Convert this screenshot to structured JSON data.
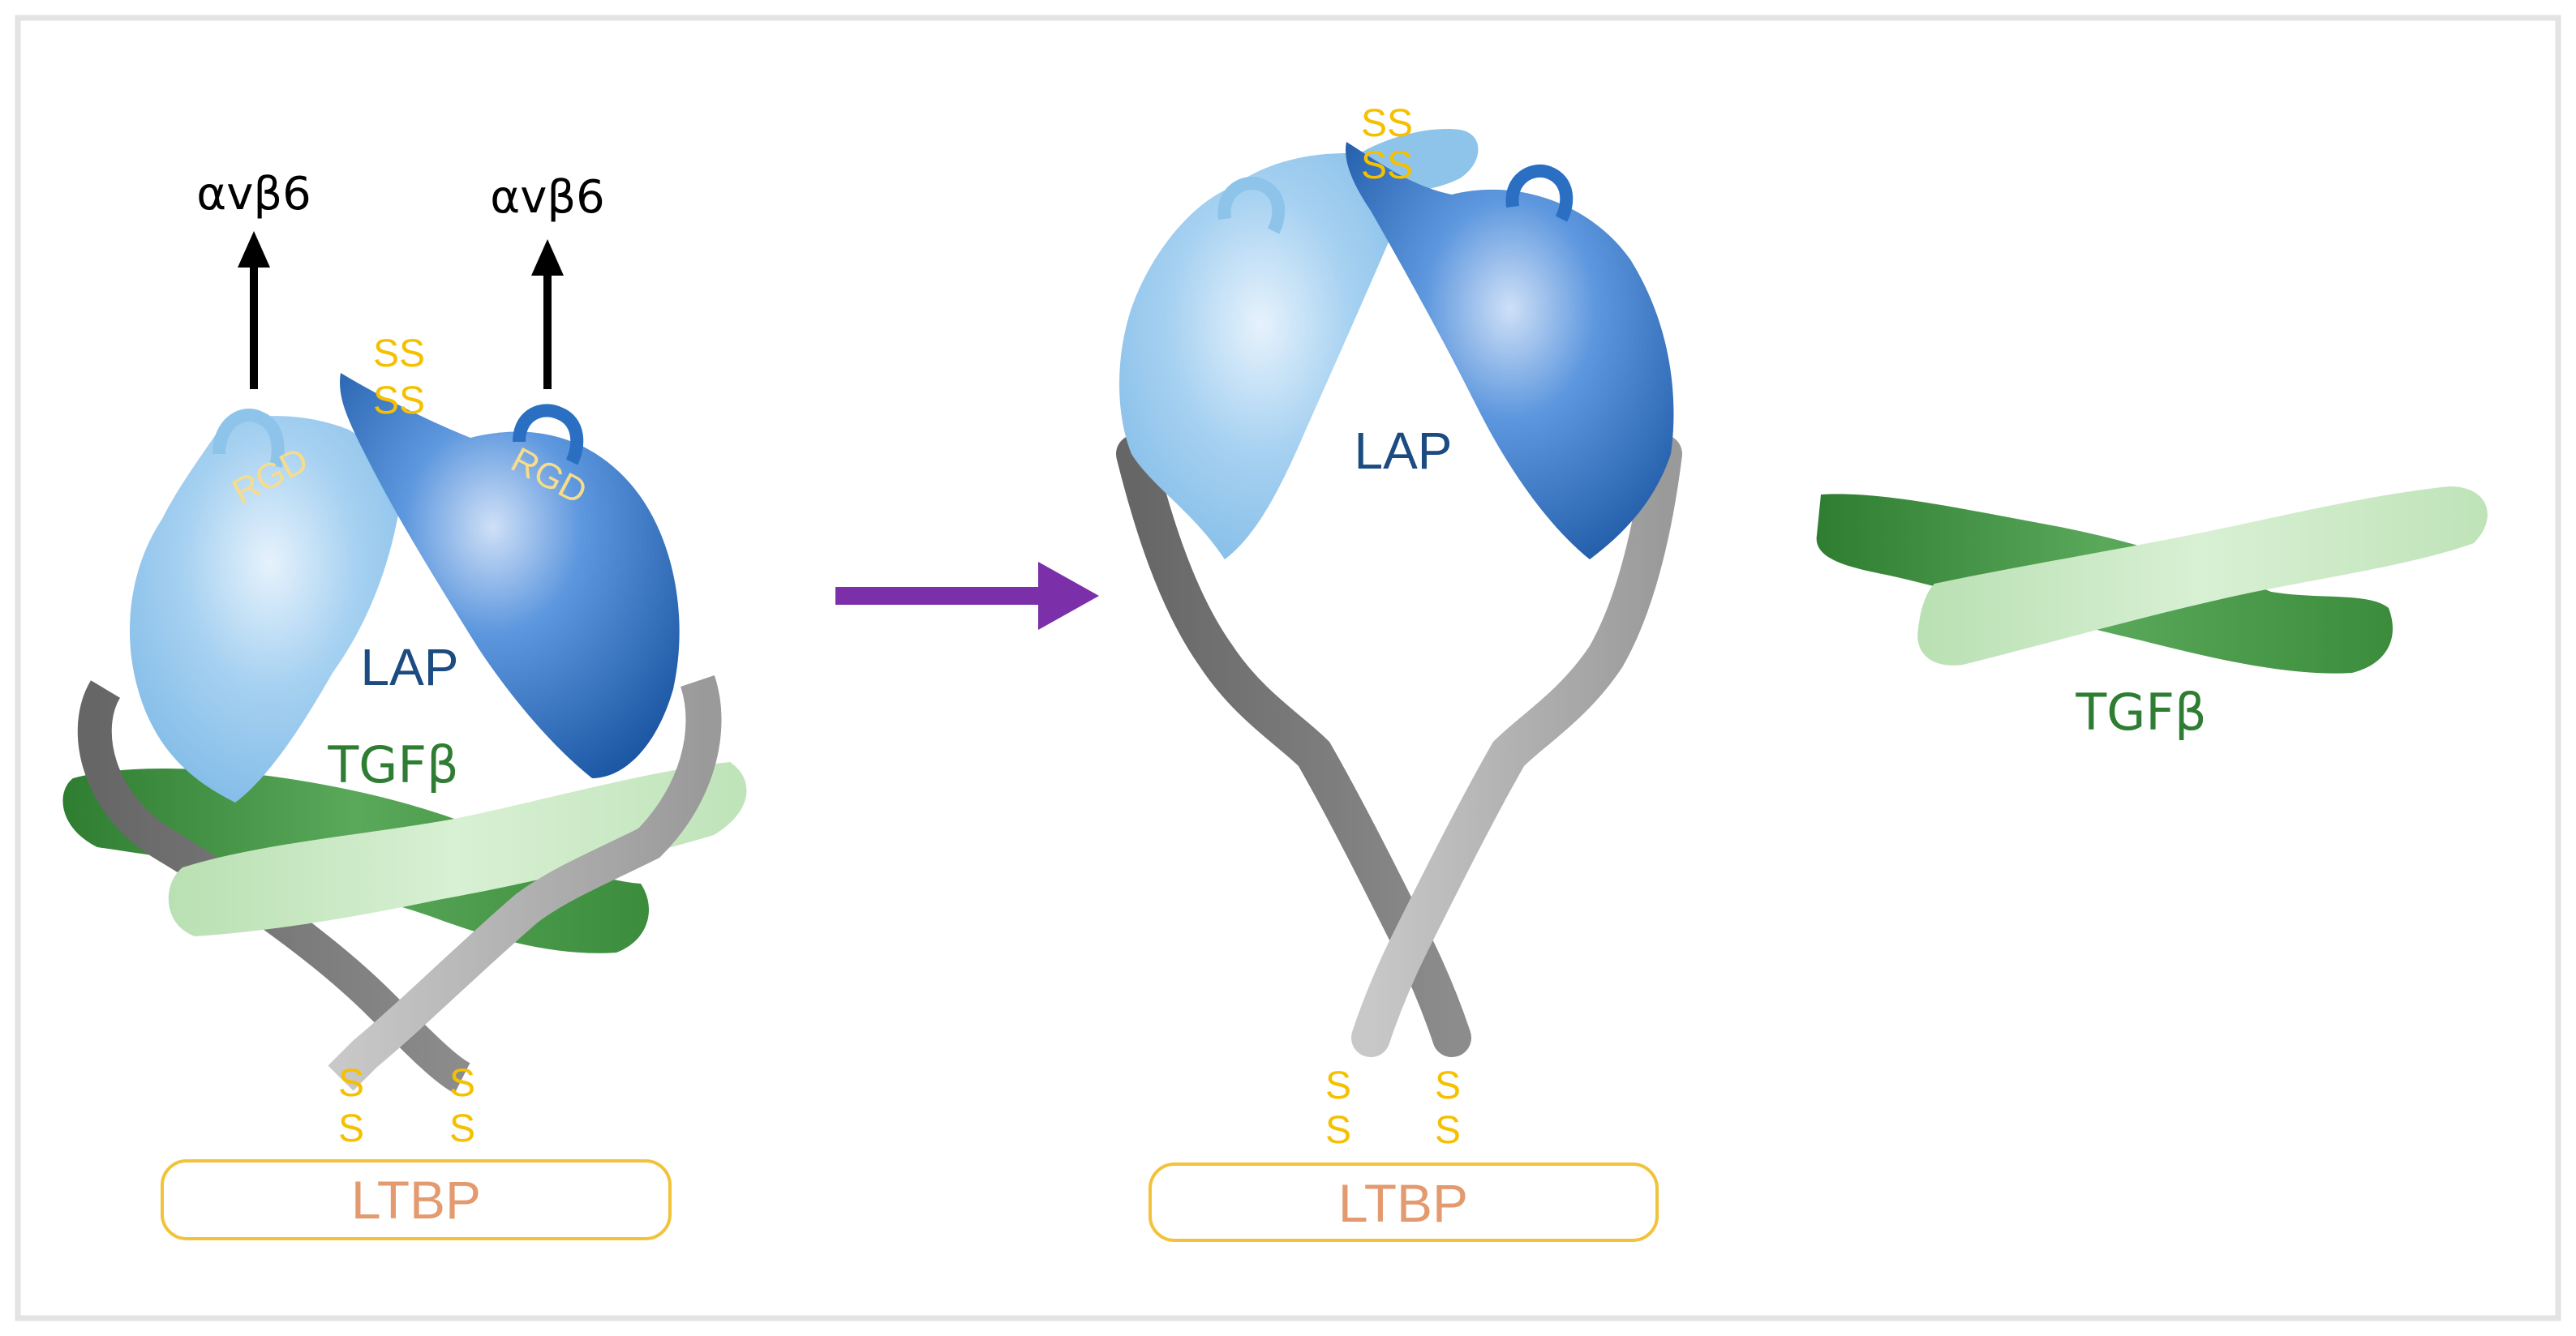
{
  "left_panel": {
    "integrin_left": "αvβ6",
    "integrin_right": "αvβ6",
    "rgd_left": "RGD",
    "rgd_right": "RGD",
    "ss_top_1": "SS",
    "ss_top_2": "SS",
    "lap_label": "LAP",
    "tgfb_label": "TGFβ",
    "ss_bottom_left_1": "S",
    "ss_bottom_left_2": "S",
    "ss_bottom_right_1": "S",
    "ss_bottom_right_2": "S",
    "ltbp_label": "LTBP"
  },
  "middle_panel": {
    "ss_top_1": "SS",
    "ss_top_2": "SS",
    "lap_label": "LAP",
    "ss_bottom_left_1": "S",
    "ss_bottom_left_2": "S",
    "ss_bottom_right_1": "S",
    "ss_bottom_right_2": "S",
    "ltbp_label": "LTBP"
  },
  "right_panel": {
    "tgfb_label": "TGFβ"
  },
  "colors": {
    "lap_light": "#8ec4ea",
    "lap_dark": "#2a6fc2",
    "lap_text": "#1b4b80",
    "tgfb_dark": "#3f9440",
    "tgfb_light": "#cfeccc",
    "tgfb_text": "#2e7d32",
    "linker": "#7a7a7a",
    "disulfide": "#f5c000",
    "rgd_text": "#f7dc8a",
    "ltbp_text": "#e39a6e",
    "ltbp_border": "#f2c23a",
    "transition_arrow": "#7b2fa8",
    "integrin_arrow": "#000000",
    "frame": "#e3e3e3"
  }
}
